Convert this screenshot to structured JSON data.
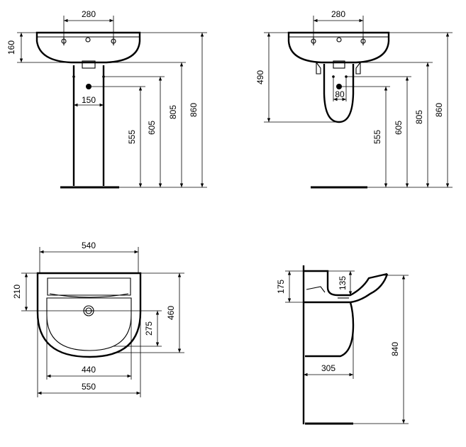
{
  "views": {
    "front_pedestal": {
      "dimensions": {
        "tap_spacing": "280",
        "basin_height": "160",
        "pedestal_width": "150",
        "outlet_height": "555",
        "inlet_height": "605",
        "rim_height": "805",
        "total_height": "860"
      }
    },
    "front_semi_pedestal": {
      "dimensions": {
        "tap_spacing": "280",
        "basin_to_shroud_bottom": "490",
        "inlet_spacing": "80",
        "outlet_height": "555",
        "inlet_height": "605",
        "rim_height": "805",
        "total_height": "860"
      }
    },
    "plan": {
      "dimensions": {
        "inner_width": "540",
        "back_depth": "210",
        "waste_to_front": "275",
        "total_depth": "460",
        "bowl_width": "440",
        "total_width": "550"
      }
    },
    "side": {
      "dimensions": {
        "bracket_height": "175",
        "bowl_depth": "135",
        "pedestal_projection": "305",
        "pedestal_height": "840"
      }
    }
  }
}
